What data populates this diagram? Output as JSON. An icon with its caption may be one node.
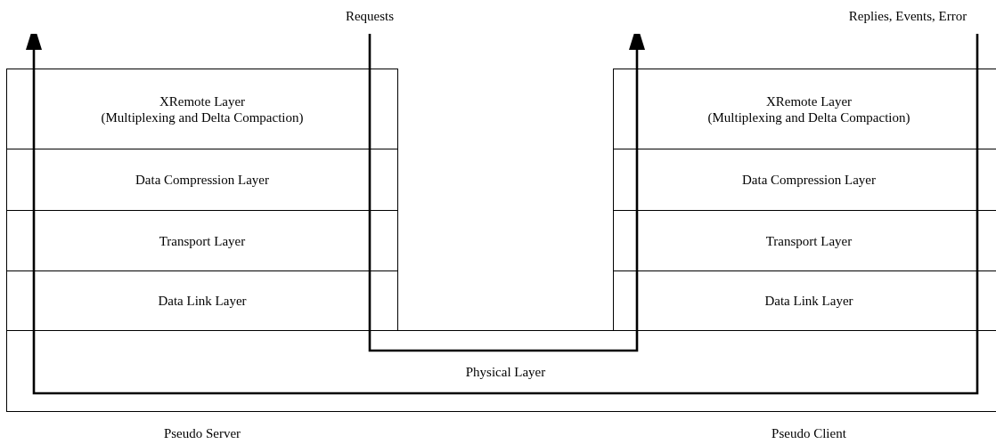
{
  "diagram": {
    "nodes": [
      {
        "text": [
          "Requests"
        ]
      },
      {
        "text": [
          "Replies, Events, Error"
        ]
      },
      {
        "text": [
          "XRemote Layer",
          "(Multiplexing and Delta Compaction)"
        ]
      },
      {
        "text": [
          "Data Compression Layer"
        ]
      },
      {
        "text": [
          "Transport Layer"
        ]
      },
      {
        "text": [
          "Data Link Layer"
        ]
      },
      {
        "text": [
          "XRemote Layer",
          "(Multiplexing and Delta Compaction)"
        ]
      },
      {
        "text": [
          "Data Compression Layer"
        ]
      },
      {
        "text": [
          "Transport Layer"
        ]
      },
      {
        "text": [
          "Data Link Layer"
        ]
      },
      {
        "text": [
          "Physical Layer"
        ]
      }
    ],
    "edges": [
      {
        "from": 0,
        "to": null,
        "arrow": "to"
      },
      {
        "from": 1,
        "to": null,
        "arrow": "to"
      }
    ],
    "labels": [
      "Pseudo Server",
      "Pseudo Client"
    ]
  }
}
